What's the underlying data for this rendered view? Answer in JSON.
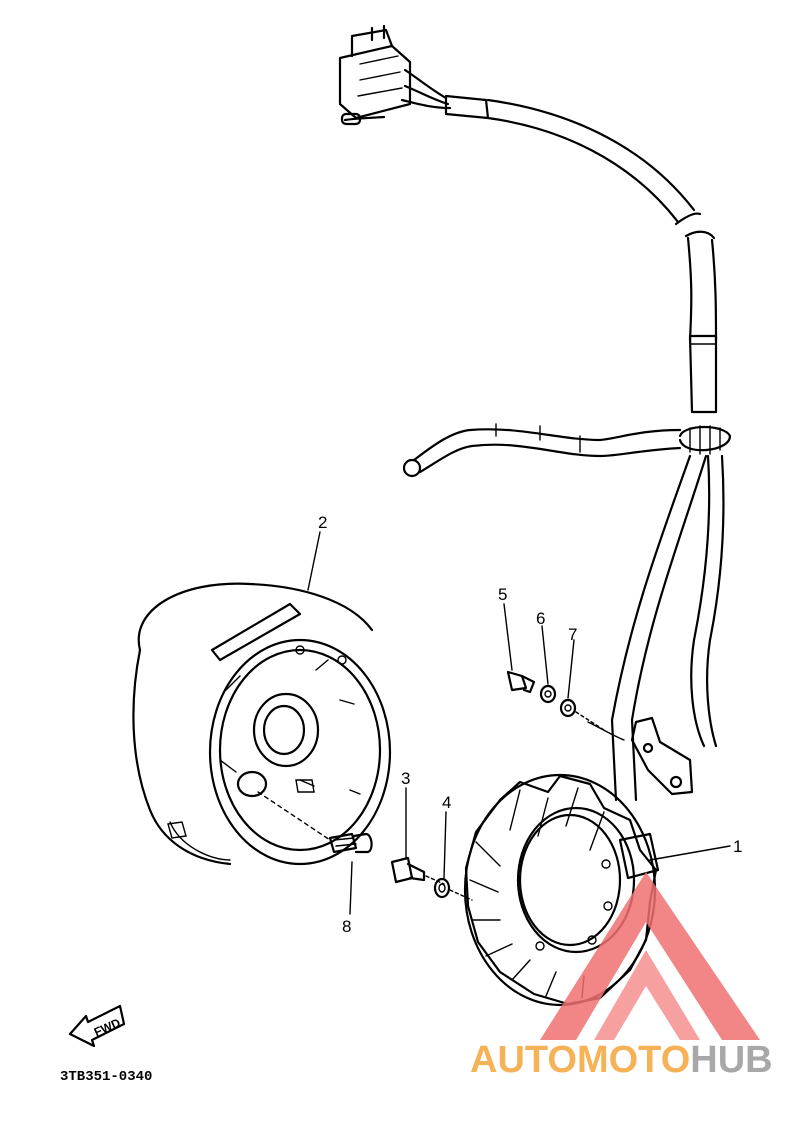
{
  "diagram": {
    "part_numbers": [
      "1",
      "2",
      "3",
      "4",
      "5",
      "6",
      "7",
      "8"
    ],
    "catalog_code": "3TB351-0340",
    "direction_label": "FWD"
  },
  "watermark": {
    "part1": "AUTOMOTO",
    "part2": "HUB",
    "colors": {
      "primary": "#f07070",
      "orange": "#f5a53a",
      "gray": "#9a9a9a"
    }
  }
}
